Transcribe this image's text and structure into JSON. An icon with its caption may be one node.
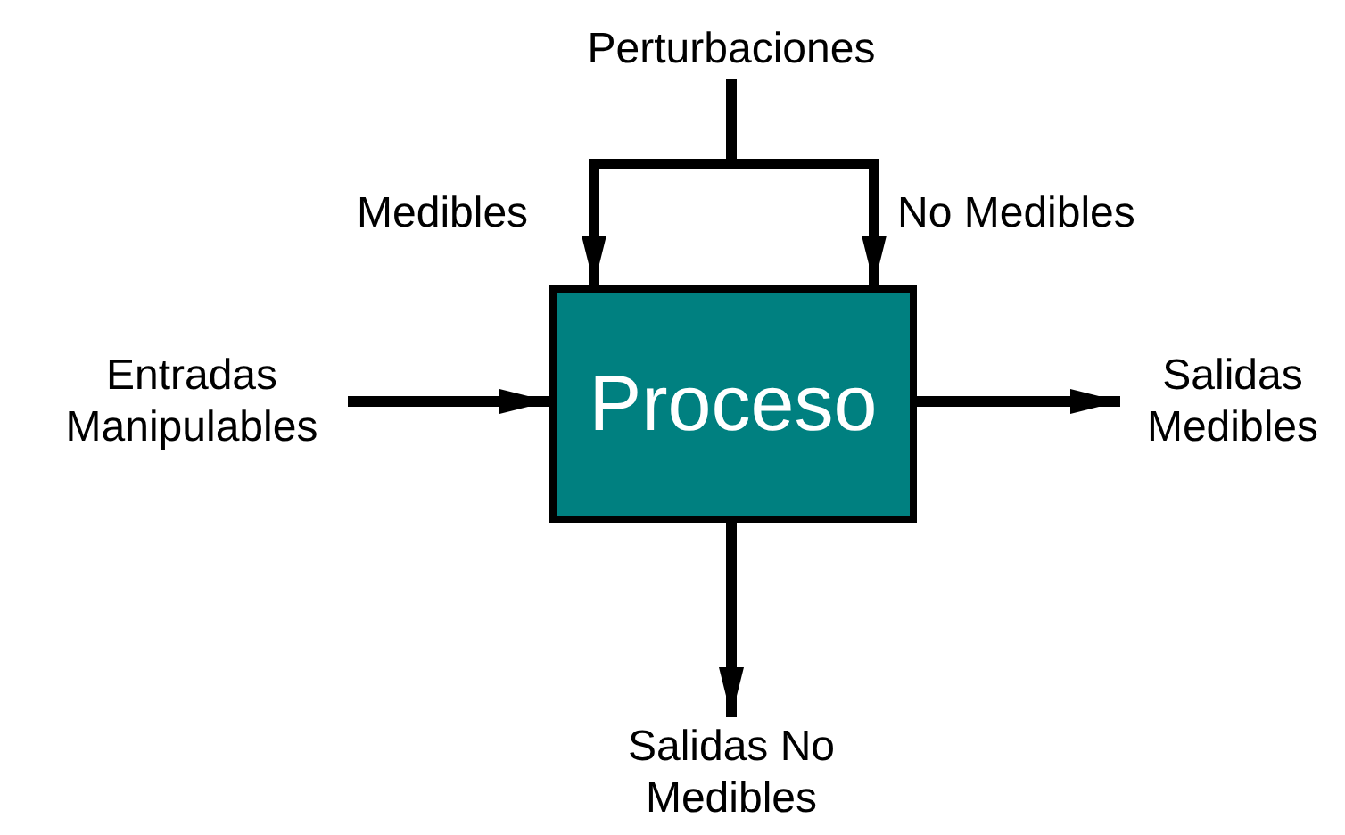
{
  "diagram": {
    "nodes": [
      {
        "text": [
          "Perturbaciones"
        ]
      },
      {
        "text": [
          "Entradas Manipulables"
        ]
      },
      {
        "text": [
          "Proceso"
        ]
      },
      {
        "text": [
          "Salidas Medibles"
        ]
      },
      {
        "text": [
          "Salidas No Medibles"
        ]
      }
    ],
    "edges": [
      {
        "from": 0,
        "to": 2,
        "arrow": "to",
        "label": "Medibles"
      },
      {
        "from": 0,
        "to": 2,
        "arrow": "to",
        "label": "No Medibles"
      },
      {
        "from": 1,
        "to": 2,
        "arrow": "to"
      },
      {
        "from": 2,
        "to": 3,
        "arrow": "to"
      },
      {
        "from": 2,
        "to": 4,
        "arrow": "to"
      }
    ]
  }
}
